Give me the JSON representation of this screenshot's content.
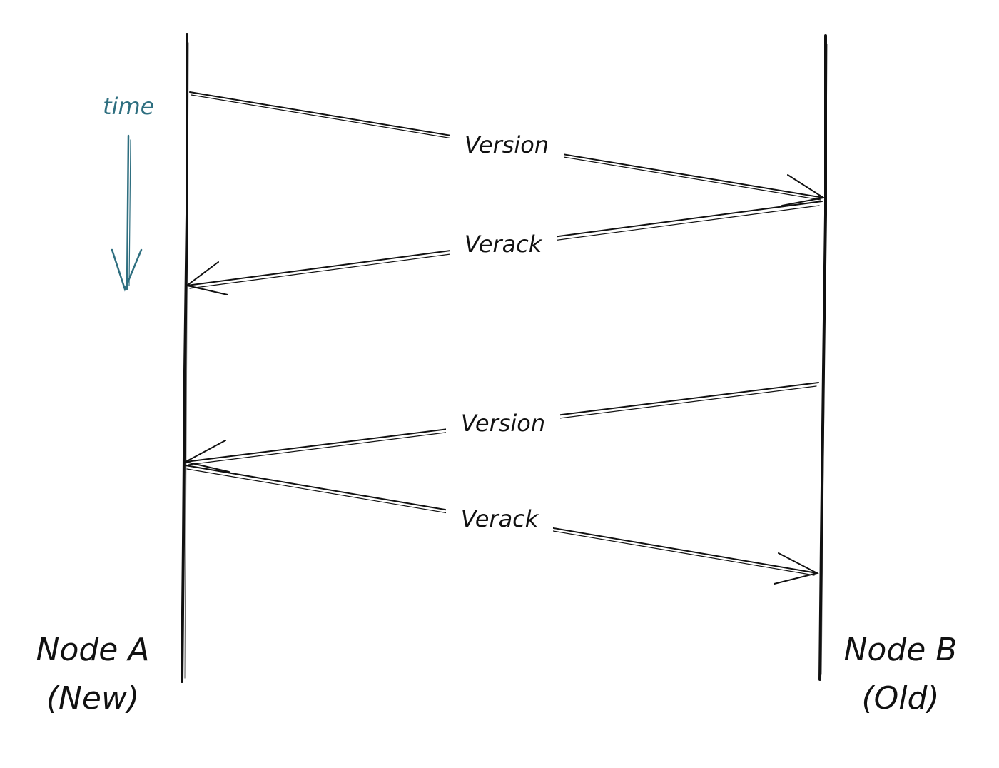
{
  "colors": {
    "ink": "#111111",
    "time_accent": "#2f6f80",
    "background": "#ffffff"
  },
  "time_label": "time",
  "nodes": {
    "a": {
      "name": "Node A",
      "note": "(New)"
    },
    "b": {
      "name": "Node B",
      "note": "(Old)"
    }
  },
  "messages": [
    {
      "label": "Version",
      "from": "Node A",
      "to": "Node B"
    },
    {
      "label": "Verack",
      "from": "Node B",
      "to": "Node A"
    },
    {
      "label": "Version",
      "from": "Node B",
      "to": "Node A"
    },
    {
      "label": "Verack",
      "from": "Node A",
      "to": "Node B"
    }
  ]
}
